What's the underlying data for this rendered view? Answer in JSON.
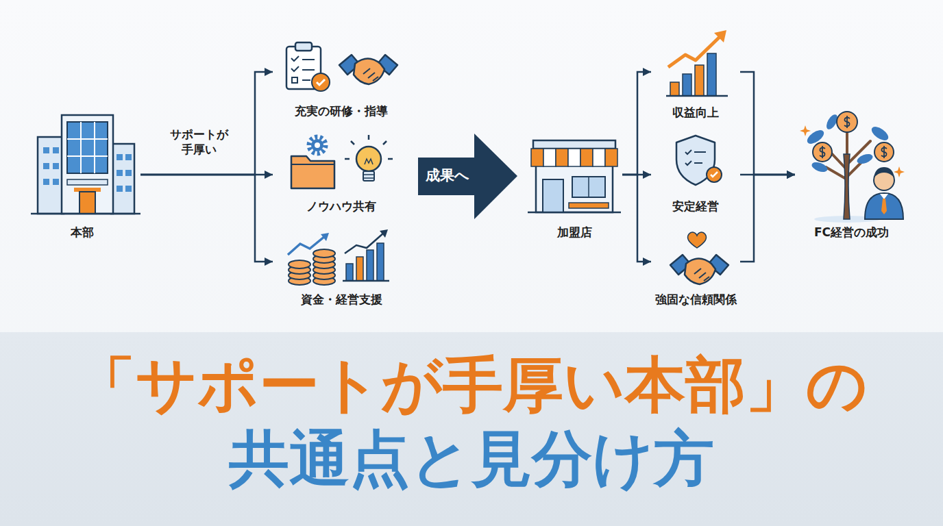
{
  "diagram": {
    "title": "「サポートが手厚い本部」の 共通点と見分け方",
    "nodes": [
      {
        "text": [
          "本部"
        ]
      },
      {
        "text": [
          "充実の研修・指導"
        ]
      },
      {
        "text": [
          "ノウハウ共有"
        ]
      },
      {
        "text": [
          "資金・経営支援"
        ]
      },
      {
        "text": [
          "成果へ"
        ]
      },
      {
        "text": [
          "加盟店"
        ]
      },
      {
        "text": [
          "収益向上"
        ]
      },
      {
        "text": [
          "安定経営"
        ]
      },
      {
        "text": [
          "強固な信頼関係"
        ]
      },
      {
        "text": [
          "FC経営の成功"
        ]
      }
    ],
    "edges": [
      {
        "from": 0,
        "to": 1,
        "arrow": "to",
        "label": "サポートが 手厚い"
      },
      {
        "from": 0,
        "to": 2,
        "arrow": "to"
      },
      {
        "from": 0,
        "to": 3,
        "arrow": "to"
      },
      {
        "from": 5,
        "to": 6,
        "arrow": "to"
      },
      {
        "from": 5,
        "to": 7,
        "arrow": "to"
      },
      {
        "from": 5,
        "to": 8,
        "arrow": "to"
      },
      {
        "from": 6,
        "to": 9,
        "arrow": "to"
      },
      {
        "from": 7,
        "to": 9,
        "arrow": "to"
      },
      {
        "from": 8,
        "to": 9,
        "arrow": "to"
      }
    ]
  }
}
